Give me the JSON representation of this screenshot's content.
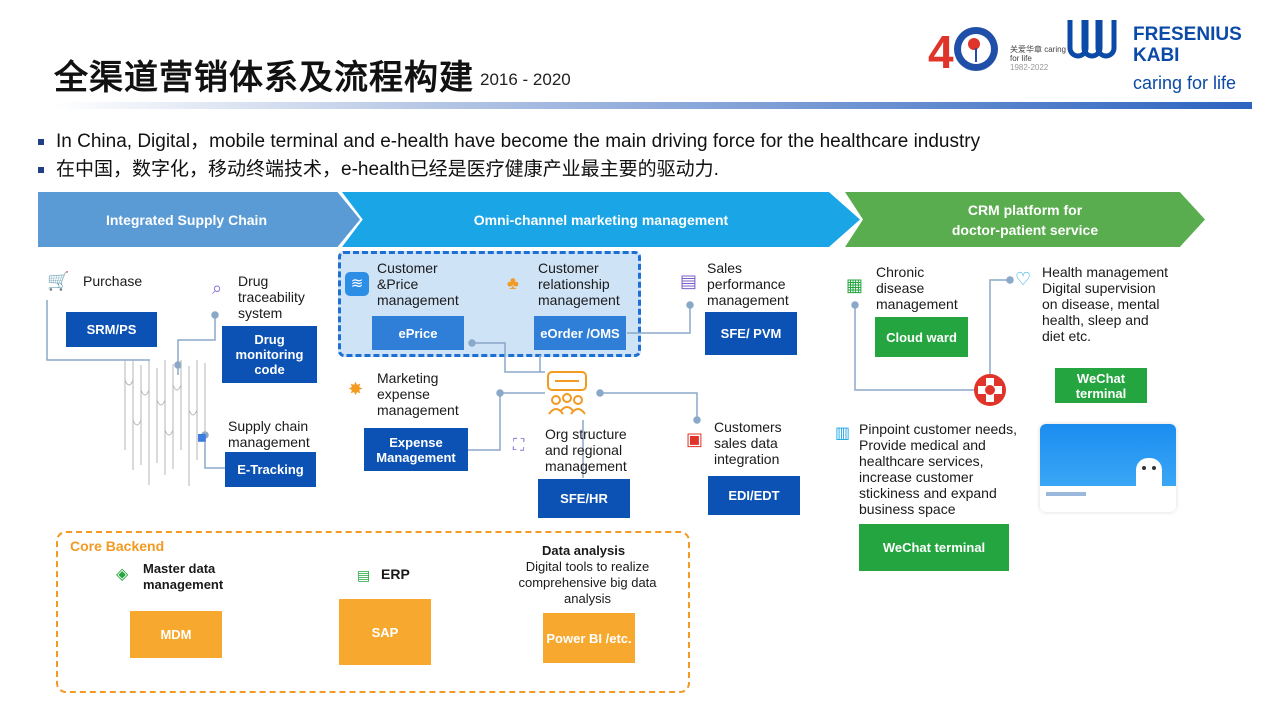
{
  "header": {
    "title": "全渠道营销体系及流程构建",
    "years": "2016 - 2020",
    "anniversary_text": "关爱华章 caring for life",
    "anniversary_years": "1982-2022",
    "brand_line1": "FRESENIUS",
    "brand_line2": "KABI",
    "brand_tagline": "caring for life"
  },
  "bullets": [
    "In China, Digital，mobile terminal and e-health have become the main driving force for the healthcare industry",
    "在中国，数字化，移动终端技术，e-health已经是医疗健康产业最主要的驱动力."
  ],
  "arrows": {
    "supply_chain": "Integrated Supply Chain",
    "omni_channel": "Omni-channel marketing management",
    "crm_line1": "CRM platform for",
    "crm_line2": "doctor-patient service"
  },
  "supply": {
    "purchase_label": "Purchase",
    "purchase_box": "SRM/PS",
    "drug_trace_label": "Drug traceability system",
    "drug_box": "Drug monitoring code",
    "supply_mgmt_label": "Supply chain management",
    "etracking_box": "E-Tracking"
  },
  "omni": {
    "customer_price_label": "Customer &Price management",
    "eprice_box": "ePrice",
    "crm_label": "Customer relationship management",
    "eorder_box": "eOrder /OMS",
    "sales_perf_label": "Sales performance management",
    "sfe_pvm_box": "SFE/ PVM",
    "marketing_expense_label": "Marketing expense management",
    "expense_box": "Expense Management",
    "org_label": "Org structure and regional management",
    "sfe_hr_box": "SFE/HR",
    "customers_sales_label": "Customers sales data integration",
    "edi_box": "EDI/EDT"
  },
  "crm": {
    "chronic_label": "Chronic disease management",
    "cloud_ward_box": "Cloud ward",
    "health_label": "Health management Digital supervision on disease, mental health, sleep and diet etc.",
    "wechat_terminal_box1": "WeChat terminal",
    "pinpoint_label": "Pinpoint customer needs, Provide medical and healthcare services, increase customer stickiness and expand business space",
    "wechat_terminal_box2": "WeChat terminal"
  },
  "core_backend": {
    "title": "Core Backend",
    "mdm_label": "Master data management",
    "mdm_box": "MDM",
    "erp_label": "ERP",
    "sap_box": "SAP",
    "data_analysis_title": "Data analysis",
    "data_analysis_desc": "Digital tools to realize comprehensive big data analysis",
    "powerbi_box": "Power BI /etc."
  },
  "colors": {
    "arrow_supply": "#5b9bd5",
    "arrow_omni": "#1aa5e6",
    "arrow_crm": "#5aad4e",
    "box_blue": "#0b52b4",
    "box_green": "#25a53f",
    "box_orange": "#f7a92f",
    "brand_blue": "#0b4aa6"
  }
}
